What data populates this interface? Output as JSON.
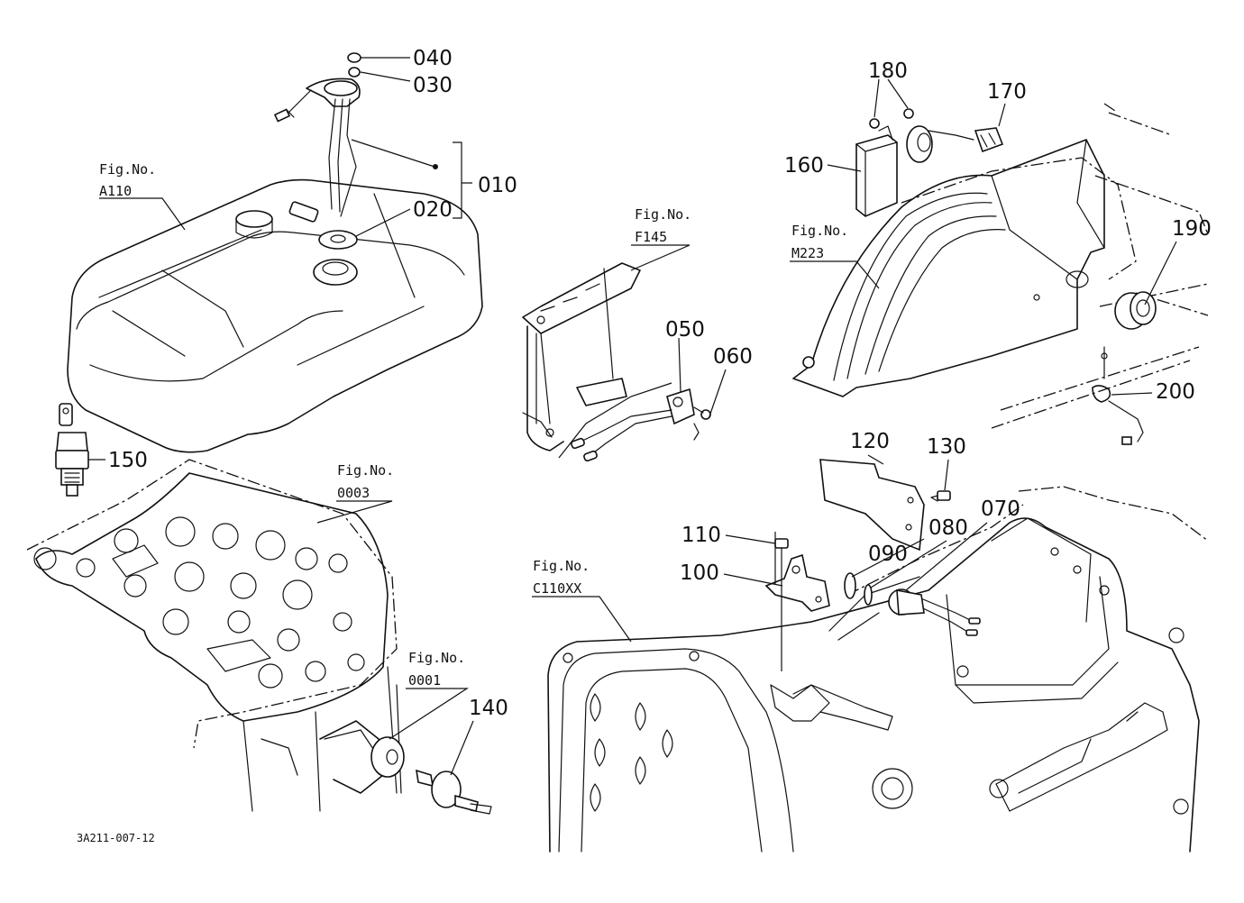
{
  "diagram": {
    "code": "3A211-007-12",
    "parts": [
      {
        "id": "p040",
        "label": "040"
      },
      {
        "id": "p030",
        "label": "030"
      },
      {
        "id": "p010",
        "label": "010"
      },
      {
        "id": "p020",
        "label": "020"
      },
      {
        "id": "p150",
        "label": "150"
      },
      {
        "id": "p140",
        "label": "140"
      },
      {
        "id": "p050",
        "label": "050"
      },
      {
        "id": "p060",
        "label": "060"
      },
      {
        "id": "p180",
        "label": "180"
      },
      {
        "id": "p170",
        "label": "170"
      },
      {
        "id": "p160",
        "label": "160"
      },
      {
        "id": "p190",
        "label": "190"
      },
      {
        "id": "p200",
        "label": "200"
      },
      {
        "id": "p120",
        "label": "120"
      },
      {
        "id": "p130",
        "label": "130"
      },
      {
        "id": "p110",
        "label": "110"
      },
      {
        "id": "p080",
        "label": "080"
      },
      {
        "id": "p070",
        "label": "070"
      },
      {
        "id": "p090",
        "label": "090"
      },
      {
        "id": "p100",
        "label": "100"
      }
    ],
    "figure_refs": [
      {
        "id": "a110",
        "caption": "Fig.No.",
        "number": "A110"
      },
      {
        "id": "f145",
        "caption": "Fig.No.",
        "number": "F145"
      },
      {
        "id": "m223",
        "caption": "Fig.No.",
        "number": "M223"
      },
      {
        "id": "f0003",
        "caption": "Fig.No.",
        "number": "0003"
      },
      {
        "id": "f0001",
        "caption": "Fig.No.",
        "number": "0001"
      },
      {
        "id": "c110xx",
        "caption": "Fig.No.",
        "number": "C110XX"
      }
    ]
  }
}
